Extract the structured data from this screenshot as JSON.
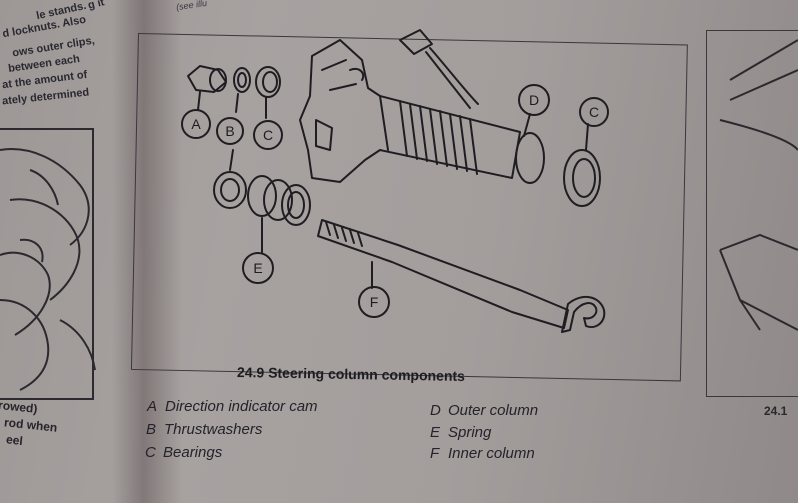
{
  "left_column_text": [
    "g it",
    "le stands.",
    "d locknuts. Also",
    "ows outer clips,",
    "between each",
    "at the amount of",
    "ately determined"
  ],
  "left_caption": [
    "rowed)",
    "rod when",
    "eel"
  ],
  "top_fragment": "(see illu",
  "figure": {
    "caption": "24.9 Steering column components",
    "callouts": [
      "A",
      "B",
      "C",
      "D",
      "C",
      "E",
      "F"
    ],
    "legend": [
      {
        "letter": "A",
        "text": "Direction indicator cam"
      },
      {
        "letter": "B",
        "text": "Thrustwashers"
      },
      {
        "letter": "C",
        "text": "Bearings"
      },
      {
        "letter": "D",
        "text": "Outer column"
      },
      {
        "letter": "E",
        "text": "Spring"
      },
      {
        "letter": "F",
        "text": "Inner column"
      }
    ]
  },
  "right_figure_number": "24.1"
}
